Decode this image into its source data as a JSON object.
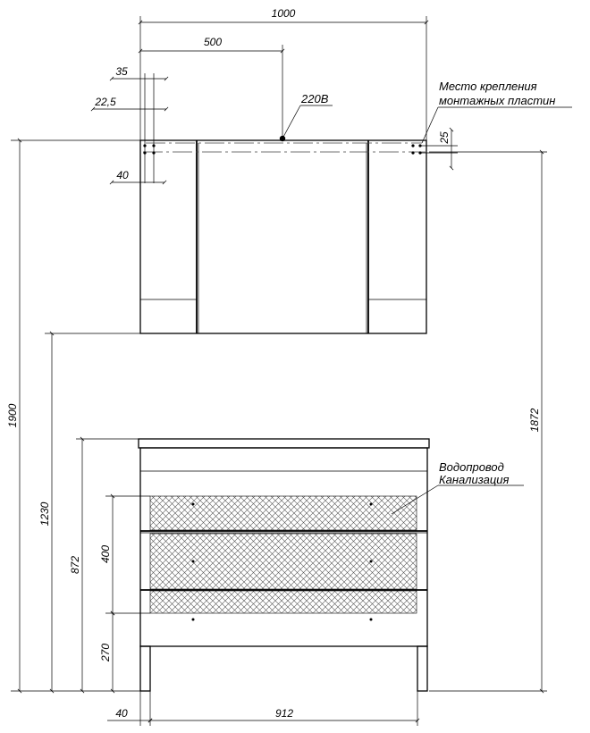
{
  "dimensions": {
    "top_width": "1000",
    "half_width": "500",
    "offset_35": "35",
    "offset_22_5": "22,5",
    "offset_40_top": "40",
    "offset_25": "25",
    "total_height": "1900",
    "mirror_bottom_height": "1230",
    "mount_height": "1872",
    "cabinet_height": "872",
    "drawer_zone_height": "400",
    "leg_zone_height": "270",
    "bottom_offset_40": "40",
    "cabinet_width": "912"
  },
  "labels": {
    "power": "220В",
    "mounting_line1": "Место крепления",
    "mounting_line2": "монтажных пластин",
    "water_line1": "Водопровод",
    "water_line2": "Канализация"
  }
}
